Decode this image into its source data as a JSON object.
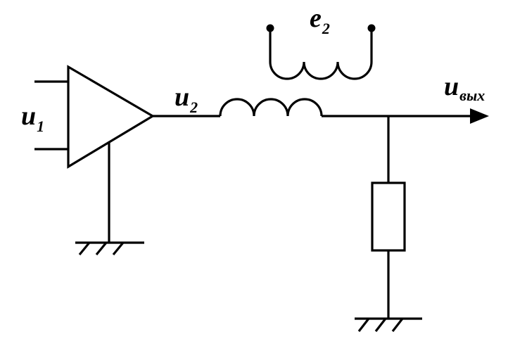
{
  "labels": {
    "input": {
      "main": "u",
      "sub": "1"
    },
    "amplifier_out": {
      "main": "u",
      "sub": "2"
    },
    "secondary_emf": {
      "main": "e",
      "sub": "2"
    },
    "output": {
      "main": "u",
      "sub": "вых"
    }
  }
}
